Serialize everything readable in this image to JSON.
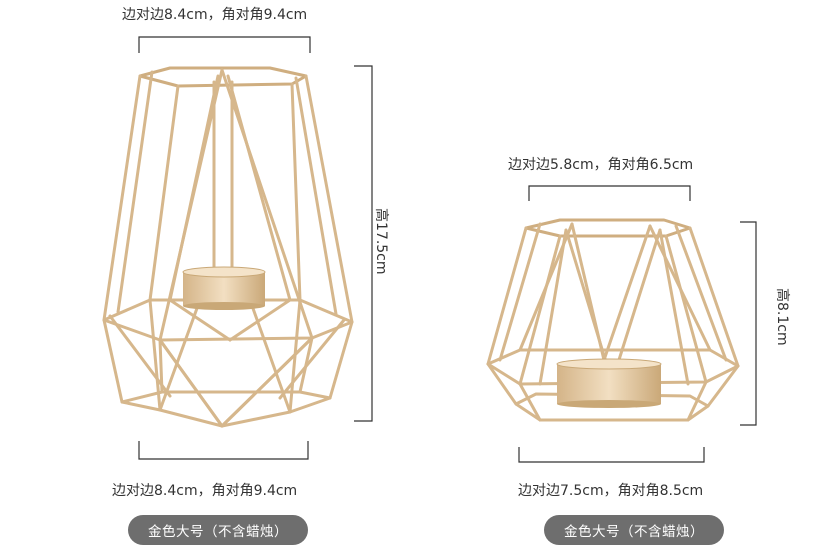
{
  "large_holder": {
    "top_measure": "边对边8.4cm，角对角9.4cm",
    "height_measure": "高17.5cm",
    "bottom_measure": "边对边8.4cm，角对角9.4cm",
    "caption": "金色大号（不含蜡烛）"
  },
  "small_holder": {
    "top_measure": "边对边5.8cm，角对角6.5cm",
    "height_measure": "高8.1cm",
    "bottom_measure": "边对边7.5cm，角对角8.5cm",
    "caption": "金色大号（不含蜡烛）"
  },
  "colors": {
    "gold_wire": "#d8b98f",
    "gold_dark": "#b8956a",
    "cup": "#e3c9a3",
    "pill_bg": "#6e6e6e"
  }
}
